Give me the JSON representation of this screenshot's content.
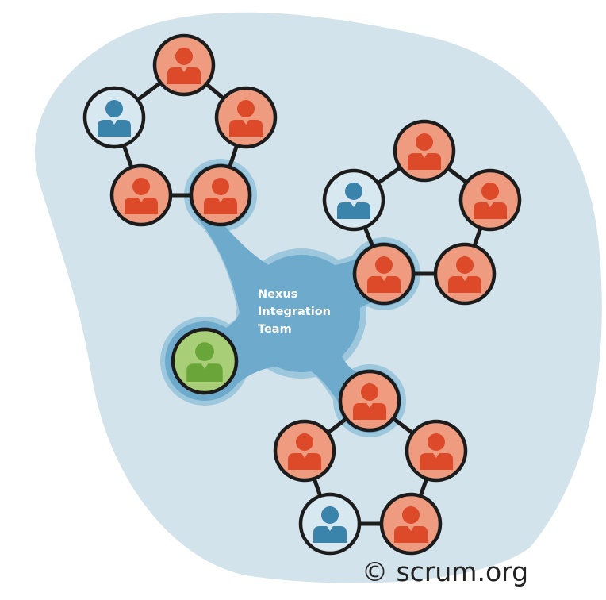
{
  "diagram": {
    "integration_team_label": [
      "Nexus",
      "Integration",
      "Team"
    ],
    "credit": "© scrum.org"
  },
  "colors": {
    "blob": "#d3e3eb",
    "connector": "#6daacb",
    "ring": "#1c1c1c",
    "developer_fill": "#ee9b80",
    "developer_figure": "#dc4a2a",
    "product_owner_fill": "#d7e8f0",
    "product_owner_figure": "#3a83aa",
    "scrum_master_fill": "#a8cf77",
    "scrum_master_figure": "#6aa53a"
  },
  "teams": [
    {
      "name": "team-top-left",
      "members": [
        "developer",
        "developer",
        "developer",
        "developer",
        "product-owner"
      ]
    },
    {
      "name": "team-right",
      "members": [
        "developer",
        "developer",
        "developer",
        "developer",
        "product-owner"
      ]
    },
    {
      "name": "team-bottom",
      "members": [
        "developer",
        "developer",
        "developer",
        "product-owner",
        "developer"
      ]
    }
  ],
  "integration_team_member": "scrum-master"
}
